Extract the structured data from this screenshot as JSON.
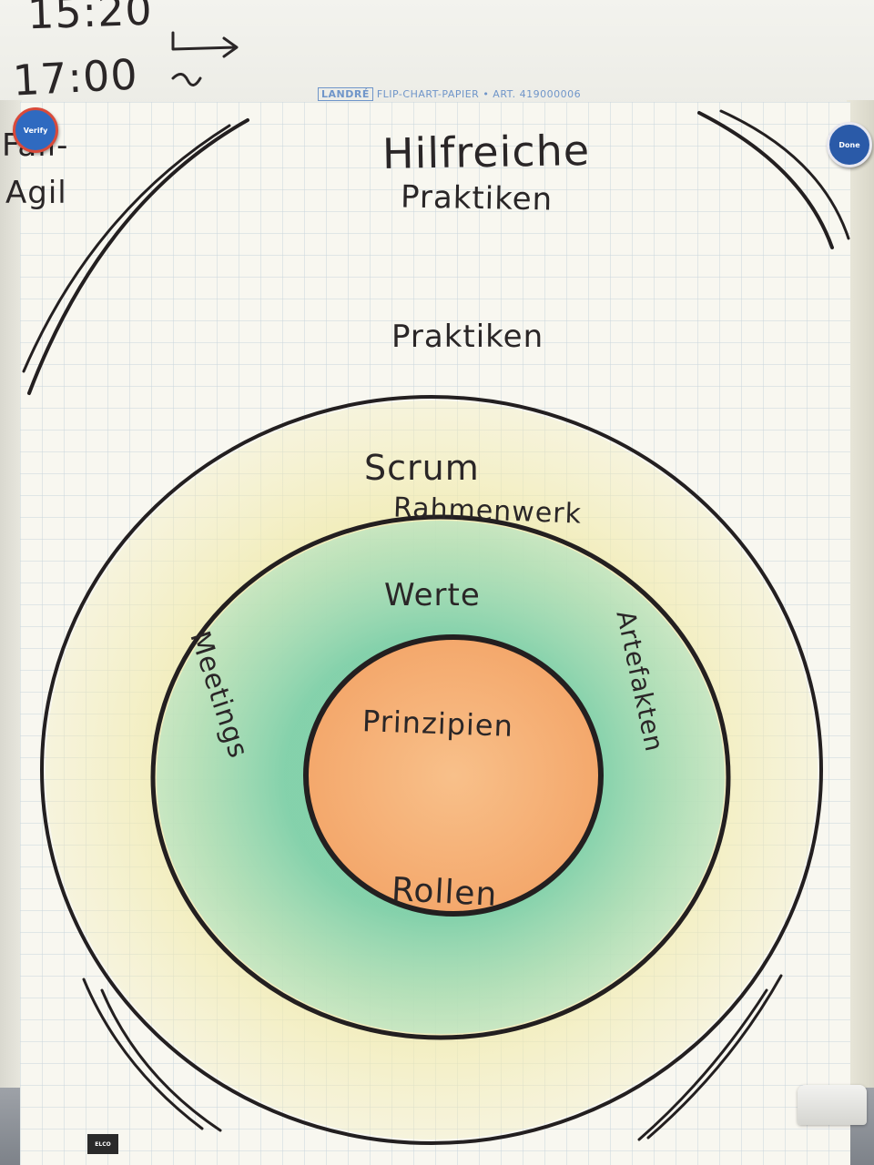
{
  "board_notes": {
    "time_top": "15:20",
    "time_bottom": "17:00",
    "note_left_line1": "Fail-",
    "note_left_line2": "Agil"
  },
  "flipchart": {
    "header_brand": "LANDRÉ",
    "header_text": "FLIP-CHART-PAPIER • ART. 419000006",
    "title_line1": "Hilfreiche",
    "title_line2": "Praktiken",
    "ring_outer_label": "Praktiken",
    "ring_middle_label_line1": "Scrum",
    "ring_middle_label_line2": "Rahmenwerk",
    "ring_middle_left": "Meetings",
    "ring_middle_right": "Artefakten",
    "ring_middle_bottom": "Rollen",
    "core_top": "Werte",
    "core_bottom": "Prinzipien",
    "logo_text": "ELCO"
  },
  "magnets": {
    "left_label": "Verify",
    "right_label": "Done"
  },
  "colors": {
    "paper": "#f8f7f0",
    "grid": "#c9d4dc",
    "ink": "#231f20",
    "outer_ring_fill": "#efe9a6",
    "middle_ring_fill": "#86d4b0",
    "core_fill": "#f6b27a",
    "magnet_left": "#2f6ac0",
    "magnet_right": "#2a5aa8"
  }
}
